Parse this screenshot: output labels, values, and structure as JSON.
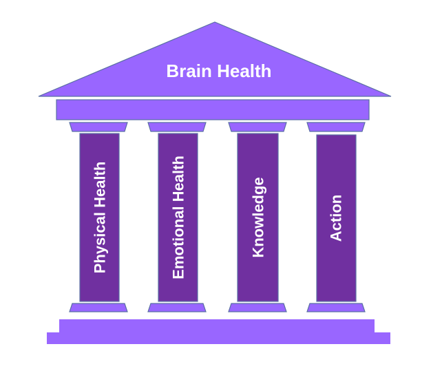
{
  "roof": {
    "title": "Brain Health"
  },
  "pillars": [
    {
      "label": "Physical Health"
    },
    {
      "label": "Emotional Health"
    },
    {
      "label": "Knowledge"
    },
    {
      "label": "Action"
    }
  ],
  "colors": {
    "light_purple": "#9966ff",
    "dark_purple": "#7030a0",
    "outline": "#5a6fa3",
    "text": "#ffffff"
  }
}
